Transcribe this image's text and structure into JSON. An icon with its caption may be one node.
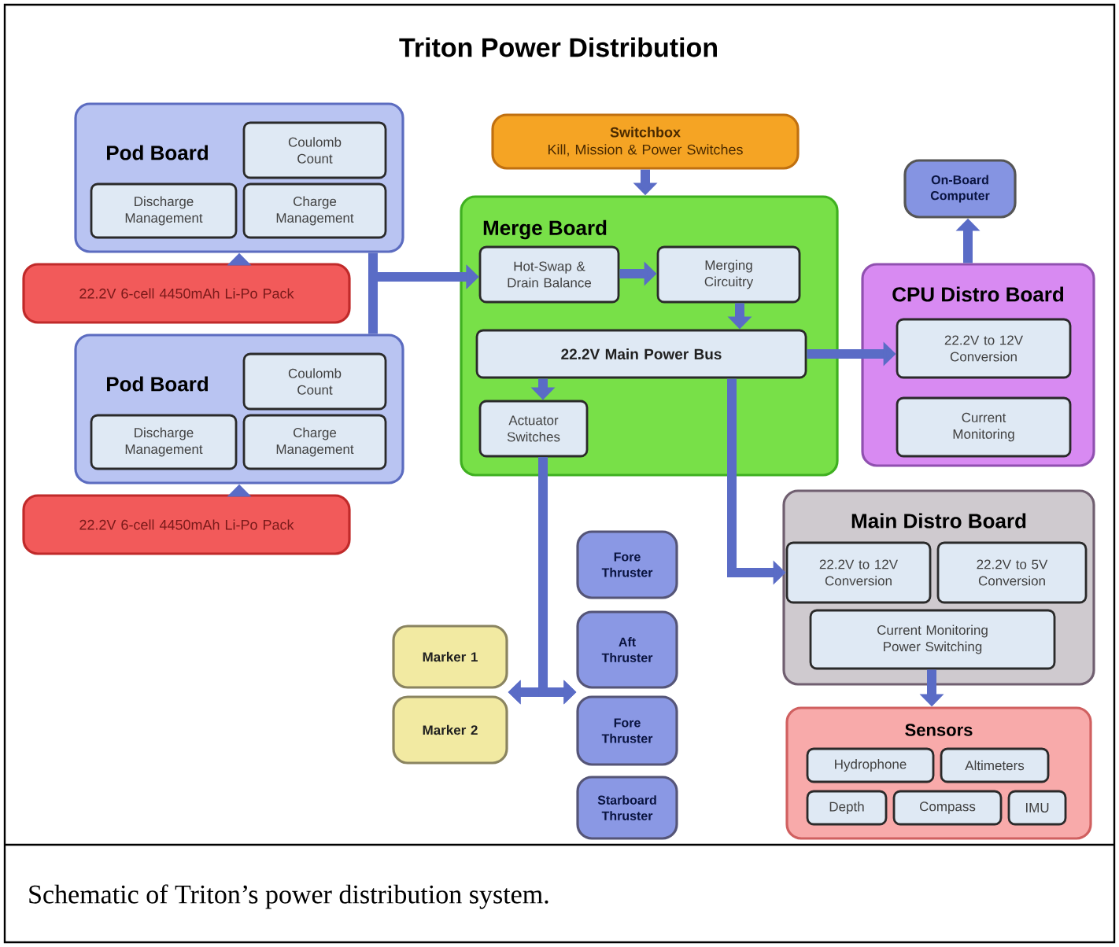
{
  "diagram": {
    "title": "Triton Power Distribution",
    "caption": "Schematic of Triton’s power distribution system.",
    "nodes": [
      {
        "text": [
          "Pod Board"
        ]
      },
      {
        "text": [
          "Coulomb Count"
        ],
        "in": 0
      },
      {
        "text": [
          "Discharge Management"
        ],
        "in": 0
      },
      {
        "text": [
          "Charge Management"
        ],
        "in": 0
      },
      {
        "text": [
          "22.2V 6-cell 4450mAh Li-Po Pack"
        ]
      },
      {
        "text": [
          "Pod Board"
        ]
      },
      {
        "text": [
          "Coulomb Count"
        ],
        "in": 5
      },
      {
        "text": [
          "Discharge Management"
        ],
        "in": 5
      },
      {
        "text": [
          "Charge Management"
        ],
        "in": 5
      },
      {
        "text": [
          "22.2V 6-cell 4450mAh Li-Po Pack"
        ]
      },
      {
        "text": [
          "Switchbox",
          "Kill, Mission & Power Switches"
        ]
      },
      {
        "text": [
          "Merge Board"
        ]
      },
      {
        "text": [
          "Hot-Swap & Drain Balance"
        ],
        "in": 11
      },
      {
        "text": [
          "Merging Circuitry"
        ],
        "in": 11
      },
      {
        "text": [
          "22.2V Main Power Bus"
        ],
        "in": 11
      },
      {
        "text": [
          "Actuator Switches"
        ],
        "in": 11
      },
      {
        "text": [
          "On-Board Computer"
        ]
      },
      {
        "text": [
          "CPU Distro Board"
        ]
      },
      {
        "text": [
          "22.2V to 12V Conversion"
        ],
        "in": 17
      },
      {
        "text": [
          "Current Monitoring"
        ],
        "in": 17
      },
      {
        "text": [
          "Main Distro Board"
        ]
      },
      {
        "text": [
          "22.2V to 12V Conversion"
        ],
        "in": 20
      },
      {
        "text": [
          "22.2V to 5V Conversion"
        ],
        "in": 20
      },
      {
        "text": [
          "Current Monitoring Power Switching"
        ],
        "in": 20
      },
      {
        "text": [
          "Sensors"
        ]
      },
      {
        "text": [
          "Hydrophone"
        ],
        "in": 24
      },
      {
        "text": [
          "Altimeters"
        ],
        "in": 24
      },
      {
        "text": [
          "Depth"
        ],
        "in": 24
      },
      {
        "text": [
          "Compass"
        ],
        "in": 24
      },
      {
        "text": [
          "IMU"
        ],
        "in": 24
      },
      {
        "text": [
          "Marker 1"
        ]
      },
      {
        "text": [
          "Marker 2"
        ]
      },
      {
        "text": [
          "Fore Thruster"
        ]
      },
      {
        "text": [
          "Aft Thruster"
        ]
      },
      {
        "text": [
          "Fore Thruster"
        ]
      },
      {
        "text": [
          "Starboard Thruster"
        ]
      }
    ],
    "edges": [
      {
        "from": 4,
        "to": 0,
        "arrow": "to"
      },
      {
        "from": 9,
        "to": 5,
        "arrow": "to"
      },
      {
        "from": 0,
        "to": 12,
        "arrow": "to"
      },
      {
        "from": 5,
        "to": 12,
        "arrow": "to"
      },
      {
        "from": 10,
        "to": 11,
        "arrow": "to"
      },
      {
        "from": 12,
        "to": 13,
        "arrow": "to"
      },
      {
        "from": 13,
        "to": 14,
        "arrow": "to"
      },
      {
        "from": 14,
        "to": 18,
        "arrow": "to"
      },
      {
        "from": 17,
        "to": 16,
        "arrow": "to"
      },
      {
        "from": 14,
        "to": 15,
        "arrow": "to"
      },
      {
        "from": 14,
        "to": 21,
        "arrow": "to"
      },
      {
        "from": 15,
        "to": 30,
        "arrow": "to"
      },
      {
        "from": 15,
        "to": 31,
        "arrow": "to"
      },
      {
        "from": 15,
        "to": 33,
        "arrow": "to"
      },
      {
        "from": 15,
        "to": 34,
        "arrow": "to"
      },
      {
        "from": 23,
        "to": 24,
        "arrow": "to"
      }
    ]
  }
}
